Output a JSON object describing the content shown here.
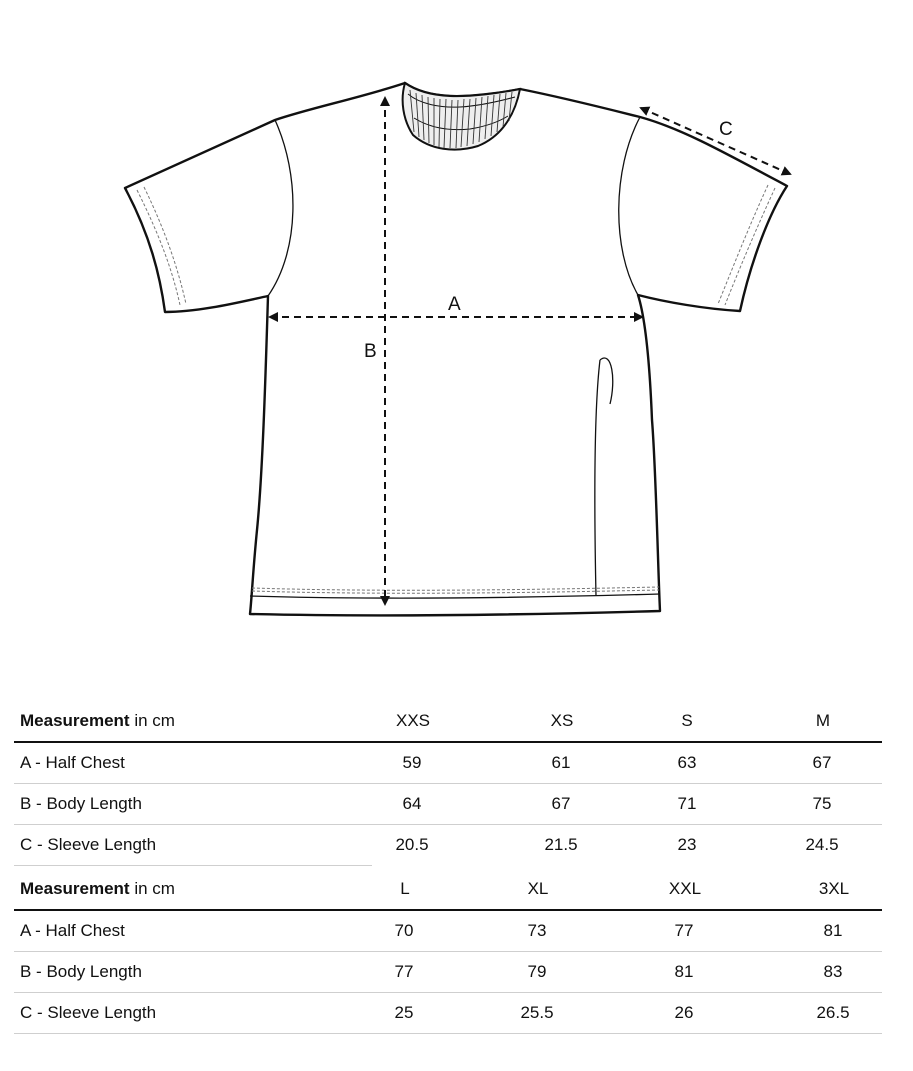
{
  "diagram": {
    "dimension_labels": {
      "a": "A",
      "b": "B",
      "c": "C"
    }
  },
  "tables": [
    {
      "header": {
        "measurement_bold": "Measurement",
        "measurement_unit": " in cm",
        "sizes": [
          "XXS",
          "XS",
          "S",
          "M"
        ]
      },
      "rows": [
        {
          "label": "A - Half Chest",
          "values": [
            "59",
            "61",
            "63",
            "67"
          ]
        },
        {
          "label": "B - Body Length",
          "values": [
            "64",
            "67",
            "71",
            "75"
          ]
        },
        {
          "label": "C - Sleeve Length",
          "values": [
            "20.5",
            "21.5",
            "23",
            "24.5"
          ]
        }
      ]
    },
    {
      "header": {
        "measurement_bold": "Measurement",
        "measurement_unit": " in cm",
        "sizes": [
          "L",
          "XL",
          "XXL",
          "3XL"
        ]
      },
      "rows": [
        {
          "label": "A - Half Chest",
          "values": [
            "70",
            "73",
            "77",
            "81"
          ]
        },
        {
          "label": "B - Body Length",
          "values": [
            "77",
            "79",
            "81",
            "83"
          ]
        },
        {
          "label": "C - Sleeve Length",
          "values": [
            "25",
            "25.5",
            "26",
            "26.5"
          ]
        }
      ]
    }
  ]
}
